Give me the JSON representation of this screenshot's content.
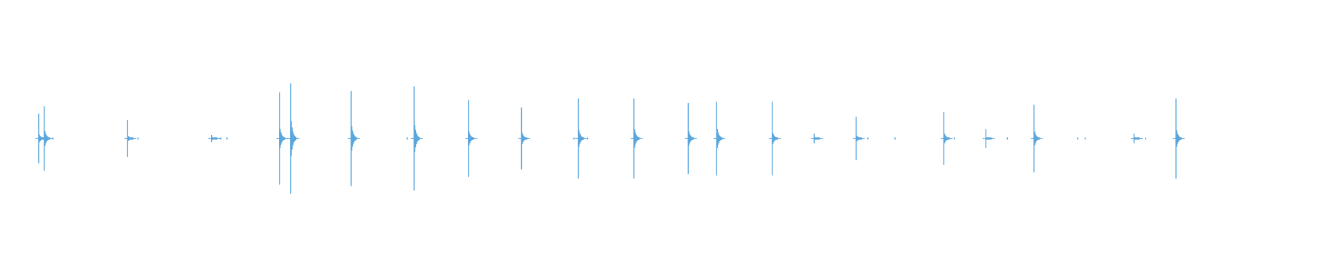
{
  "colors": {
    "background": "#ffffff",
    "waveform": "#5aa6dd"
  },
  "waveform": {
    "duration": 100,
    "peak": 1.0,
    "events": [
      {
        "t": 1.9,
        "amp": 0.32,
        "tail": 0.1
      },
      {
        "t": 2.35,
        "amp": 0.42,
        "tail": 0.16
      },
      {
        "t": 9.1,
        "amp": 0.24,
        "tail": 0.08
      },
      {
        "t": 15.9,
        "amp": 0.04,
        "tail": 0.0
      },
      {
        "t": 21.4,
        "amp": 0.6,
        "tail": 0.14
      },
      {
        "t": 22.3,
        "amp": 0.72,
        "tail": 0.22
      },
      {
        "t": 27.2,
        "amp": 0.62,
        "tail": 0.18
      },
      {
        "t": 32.3,
        "amp": 0.68,
        "tail": 0.18
      },
      {
        "t": 36.7,
        "amp": 0.5,
        "tail": 0.12
      },
      {
        "t": 41.0,
        "amp": 0.4,
        "tail": 0.12
      },
      {
        "t": 45.6,
        "amp": 0.52,
        "tail": 0.14
      },
      {
        "t": 50.1,
        "amp": 0.52,
        "tail": 0.16
      },
      {
        "t": 54.5,
        "amp": 0.46,
        "tail": 0.14
      },
      {
        "t": 56.8,
        "amp": 0.48,
        "tail": 0.18
      },
      {
        "t": 61.3,
        "amp": 0.48,
        "tail": 0.1
      },
      {
        "t": 64.7,
        "amp": 0.06,
        "tail": 0.0
      },
      {
        "t": 68.1,
        "amp": 0.28,
        "tail": 0.08
      },
      {
        "t": 75.2,
        "amp": 0.34,
        "tail": 0.12
      },
      {
        "t": 78.6,
        "amp": 0.12,
        "tail": 0.04
      },
      {
        "t": 82.5,
        "amp": 0.44,
        "tail": 0.14
      },
      {
        "t": 90.6,
        "amp": 0.06,
        "tail": 0.0
      },
      {
        "t": 94.0,
        "amp": 0.52,
        "tail": 0.14
      }
    ],
    "specks": [
      3.0,
      9.9,
      16.6,
      17.1,
      31.7,
      45.2,
      46.3,
      69.0,
      71.2,
      76.0,
      80.3,
      86.0,
      86.6,
      91.5
    ]
  }
}
